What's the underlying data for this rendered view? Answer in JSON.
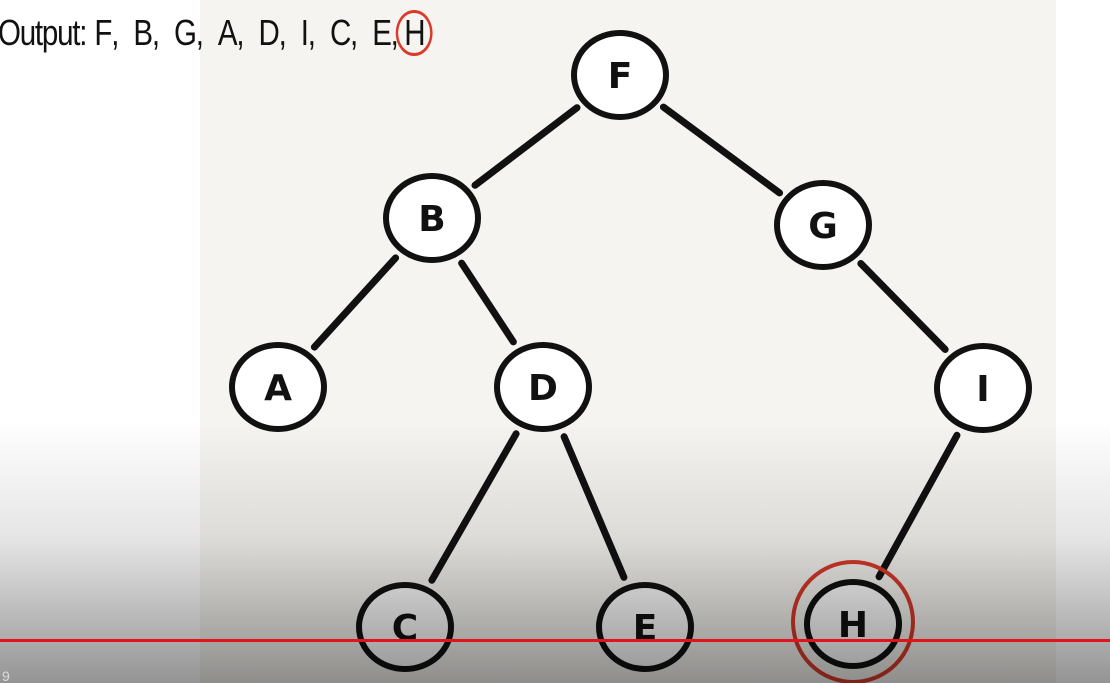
{
  "output": {
    "label": "Output:",
    "sequence": [
      "F",
      "B",
      "G",
      "A",
      "D",
      "I",
      "C",
      "E",
      "H"
    ]
  },
  "tree": {
    "nodes": [
      {
        "id": "F",
        "label": "F"
      },
      {
        "id": "B",
        "label": "B"
      },
      {
        "id": "G",
        "label": "G"
      },
      {
        "id": "A",
        "label": "A"
      },
      {
        "id": "D",
        "label": "D"
      },
      {
        "id": "I",
        "label": "I"
      },
      {
        "id": "C",
        "label": "C"
      },
      {
        "id": "E",
        "label": "E"
      },
      {
        "id": "H",
        "label": "H"
      }
    ],
    "edges": [
      [
        "F",
        "B"
      ],
      [
        "F",
        "G"
      ],
      [
        "B",
        "A"
      ],
      [
        "B",
        "D"
      ],
      [
        "G",
        "I"
      ],
      [
        "D",
        "C"
      ],
      [
        "D",
        "E"
      ],
      [
        "I",
        "H"
      ]
    ],
    "highlighted": "H"
  },
  "player": {
    "corner_text": "9"
  },
  "colors": {
    "ink": "#111111",
    "highlight": "#d93a2b",
    "progress": "#e0141a"
  }
}
